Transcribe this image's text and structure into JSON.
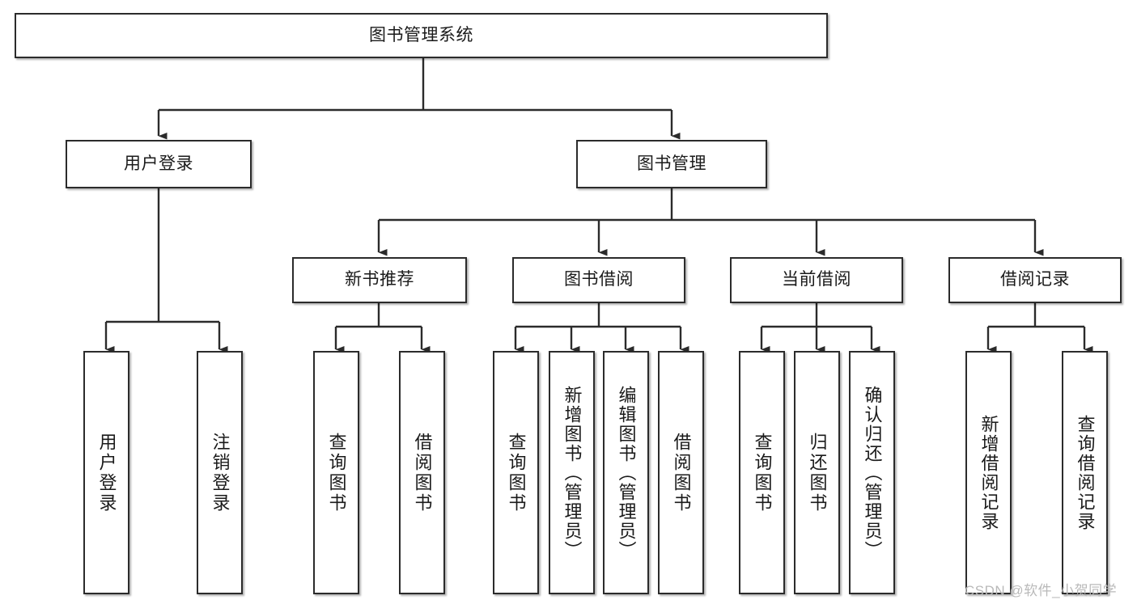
{
  "diagram": {
    "type": "tree-hierarchy",
    "title": "图书管理系统",
    "watermark": "CSDN @软件_小贺同学",
    "colors": {
      "node_border": "#2b2b2b",
      "node_fill": "#ffffff",
      "edge": "#2b2b2b",
      "text": "#1a1a1a",
      "watermark": "#b9b9b9",
      "background": "#ffffff"
    },
    "root": {
      "label": "图书管理系统"
    },
    "level1": [
      {
        "label": "用户登录"
      },
      {
        "label": "图书管理"
      }
    ],
    "level2": [
      {
        "label": "新书推荐"
      },
      {
        "label": "图书借阅"
      },
      {
        "label": "当前借阅"
      },
      {
        "label": "借阅记录"
      }
    ],
    "leaves": {
      "user_login": [
        {
          "label": "用户登录"
        },
        {
          "label": "注销登录"
        }
      ],
      "new_book_recommend": [
        {
          "label": "查询图书"
        },
        {
          "label": "借阅图书"
        }
      ],
      "book_borrow": [
        {
          "label": "查询图书"
        },
        {
          "label": "新增图书（管理员）"
        },
        {
          "label": "编辑图书（管理员）"
        },
        {
          "label": "借阅图书"
        }
      ],
      "current_borrow": [
        {
          "label": "查询图书"
        },
        {
          "label": "归还图书"
        },
        {
          "label": "确认归还（管理员）"
        }
      ],
      "borrow_record": [
        {
          "label": "新增借阅记录"
        },
        {
          "label": "查询借阅记录"
        }
      ]
    }
  }
}
